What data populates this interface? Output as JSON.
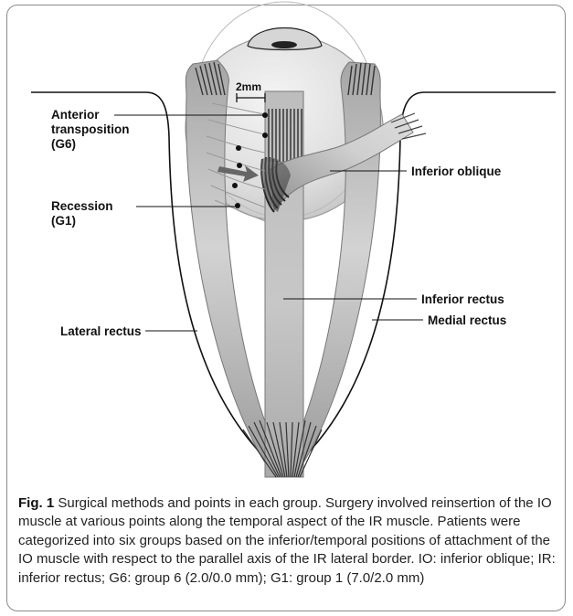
{
  "figure": {
    "scale_label": "2mm",
    "labels": {
      "anterior_transposition": [
        "Anterior",
        "transposition",
        "(G6)"
      ],
      "recession": [
        "Recession",
        "(G1)"
      ],
      "inferior_oblique": "Inferior oblique",
      "inferior_rectus": "Inferior rectus",
      "medial_rectus": "Medial rectus",
      "lateral_rectus": "Lateral rectus"
    }
  },
  "caption": {
    "label": "Fig. 1",
    "text": "Surgical methods and points in each group. Surgery involved reinsertion of the IO muscle at various points along the temporal aspect of the IR muscle. Patients were categorized into six groups based on the inferior/temporal positions of attachment of the IO muscle with respect to the parallel axis of the IR lateral border. IO: inferior oblique; IR: inferior rectus; G6: group 6 (2.0/0.0 mm); G1: group 1 (7.0/2.0 mm)"
  },
  "colors": {
    "muscle": "#cfcfcf",
    "muscle_dark": "#9c9c9c",
    "tendon": "#555555",
    "globe": "#e6e6e6",
    "border": "#8a8a8a"
  }
}
